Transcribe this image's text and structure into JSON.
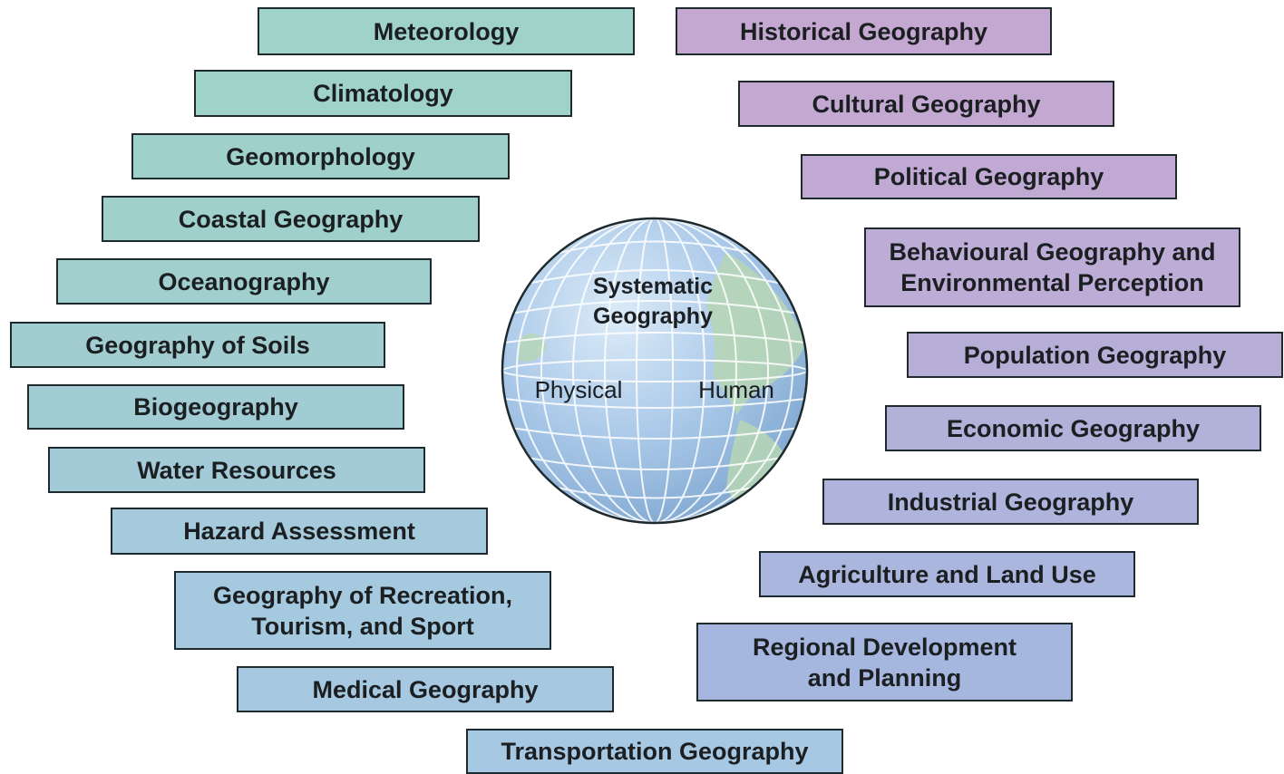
{
  "globe": {
    "title": "Systematic\nGeography",
    "left_label": "Physical",
    "right_label": "Human"
  },
  "physical": [
    "Meteorology",
    "Climatology",
    "Geomorphology",
    "Coastal Geography",
    "Oceanography",
    "Geography of Soils",
    "Biogeography",
    "Water Resources",
    "Hazard Assessment",
    "Geography of Recreation,\nTourism, and Sport",
    "Medical Geography",
    "Transportation Geography"
  ],
  "human": [
    "Historical Geography",
    "Cultural Geography",
    "Political Geography",
    "Behavioural Geography and\nEnvironmental Perception",
    "Population Geography",
    "Economic Geography",
    "Industrial Geography",
    "Agriculture and Land Use",
    "Regional Development\nand Planning"
  ],
  "colors": {
    "physical_top": "#9fd3c9",
    "physical_bottom": "#a7c8e3",
    "human_top": "#c5a8d1",
    "human_bottom": "#a6b7df",
    "globe_ocean": "#a9c8e8",
    "globe_land": "#b7d6b4",
    "border": "#1f2a2e"
  }
}
